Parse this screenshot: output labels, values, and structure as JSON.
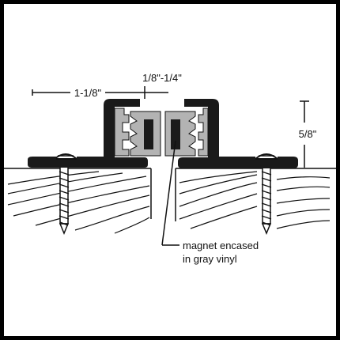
{
  "dimensions": {
    "left_width": "1-1/8\"",
    "gap": "1/8\"-1/4\"",
    "height": "5/8\""
  },
  "callout": {
    "line1": "magnet encased",
    "line2": "in gray vinyl"
  },
  "colors": {
    "frame": "#000000",
    "background": "#ffffff",
    "profile": "#1a1a1a",
    "vinyl": "#b3b3b3",
    "magnet": "#1a1a1a",
    "wood_line": "#111111"
  }
}
